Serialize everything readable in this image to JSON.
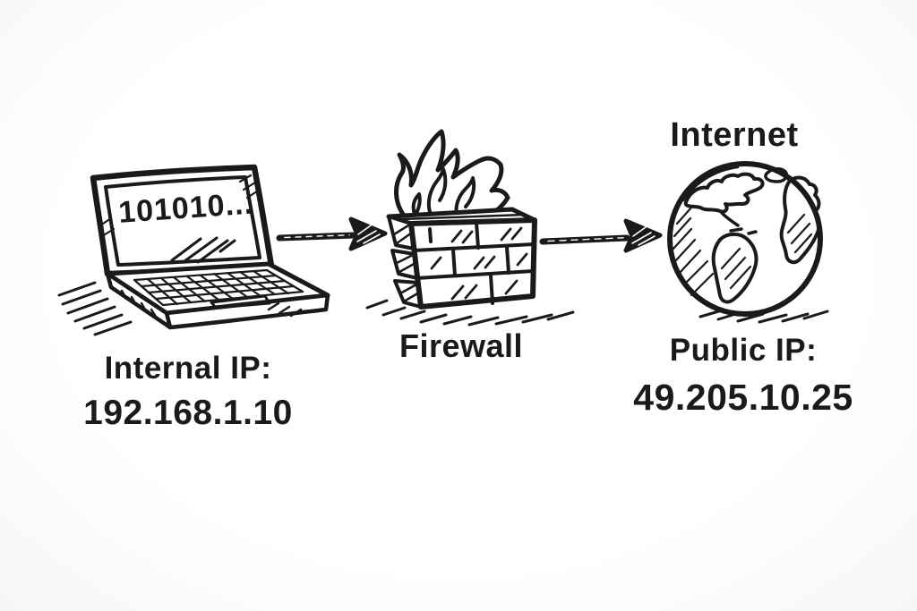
{
  "scene": {
    "background_color": "#fdfdfd",
    "ink_color": "#1a1a1a",
    "style": "hand-drawn sketch diagram",
    "laptop": {
      "icon": "laptop-icon",
      "screen_text": "101010...",
      "caption": "Internal IP:",
      "ip": "192.168.1.10"
    },
    "arrows": {
      "left_icon": "arrow-right-icon",
      "right_icon": "arrow-right-icon"
    },
    "firewall": {
      "icon": "firewall-brick-wall-flame-icon",
      "caption": "Firewall"
    },
    "internet": {
      "icon": "globe-icon",
      "caption": "Internet",
      "public_label": "Public IP:",
      "ip": "49.205.10.25"
    }
  }
}
